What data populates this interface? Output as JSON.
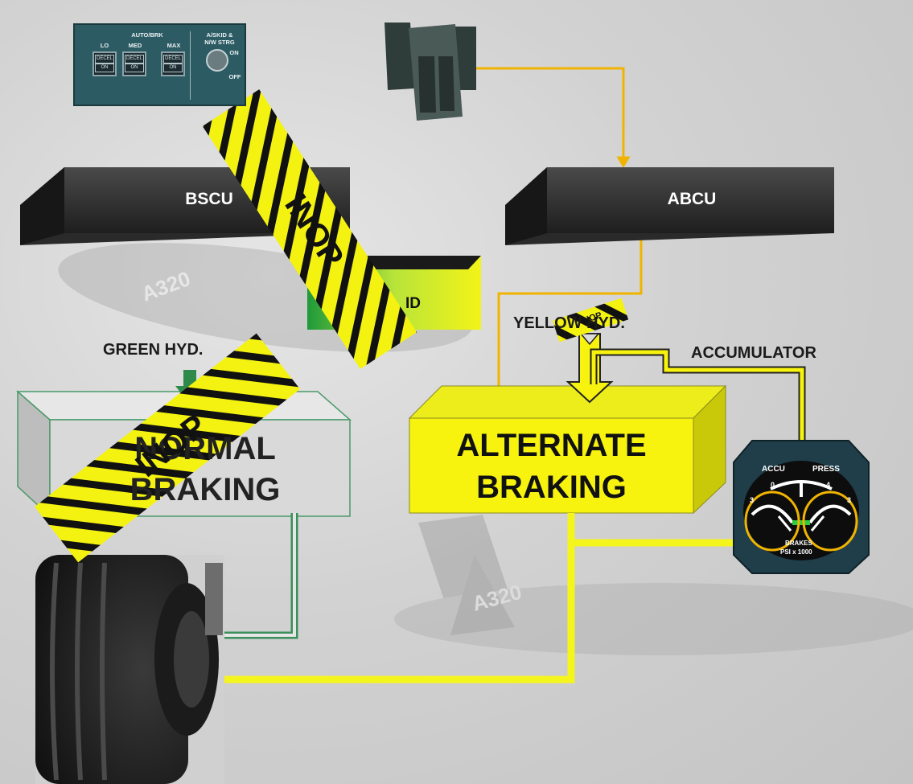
{
  "panel": {
    "autobrk_title": "AUTO/BRK",
    "askid_title_line1": "A/SKID &",
    "askid_title_line2": "N/W STRG",
    "buttons": [
      {
        "label": "LO",
        "top": "DECEL",
        "bottom": "ON"
      },
      {
        "label": "MED",
        "top": "DECEL",
        "bottom": "ON"
      },
      {
        "label": "MAX",
        "top": "DECEL",
        "bottom": "ON"
      }
    ],
    "switch_on": "ON",
    "switch_off": "OFF"
  },
  "boxes": {
    "bscu": "BSCU",
    "abcu": "ABCU",
    "antiskid_partial": "ID",
    "normal_line1": "NORMAL",
    "normal_line2": "BRAKING",
    "alternate_line1": "ALTERNATE",
    "alternate_line2": "BRAKING"
  },
  "labels": {
    "green_hyd": "GREEN HYD.",
    "yellow_hyd": "YELLOW HYD.",
    "accumulator": "ACCUMULATOR"
  },
  "inop": {
    "text": "INOP"
  },
  "gauge": {
    "accu": "ACCU",
    "press": "PRESS",
    "brakes": "BRAKES",
    "units": "PSI x 1000",
    "scale_left": [
      "0",
      "3"
    ],
    "scale_right": [
      "4",
      "3"
    ]
  },
  "colors": {
    "yellow_line": "#f5f51e",
    "orange_line": "#f0b400",
    "green_line": "#3a8f5a",
    "box_dark": "#2a2a2a",
    "alternate_fill": "#f7f30f",
    "normal_fill": "#d9d9d9",
    "hazard_yellow": "#f4f211"
  }
}
